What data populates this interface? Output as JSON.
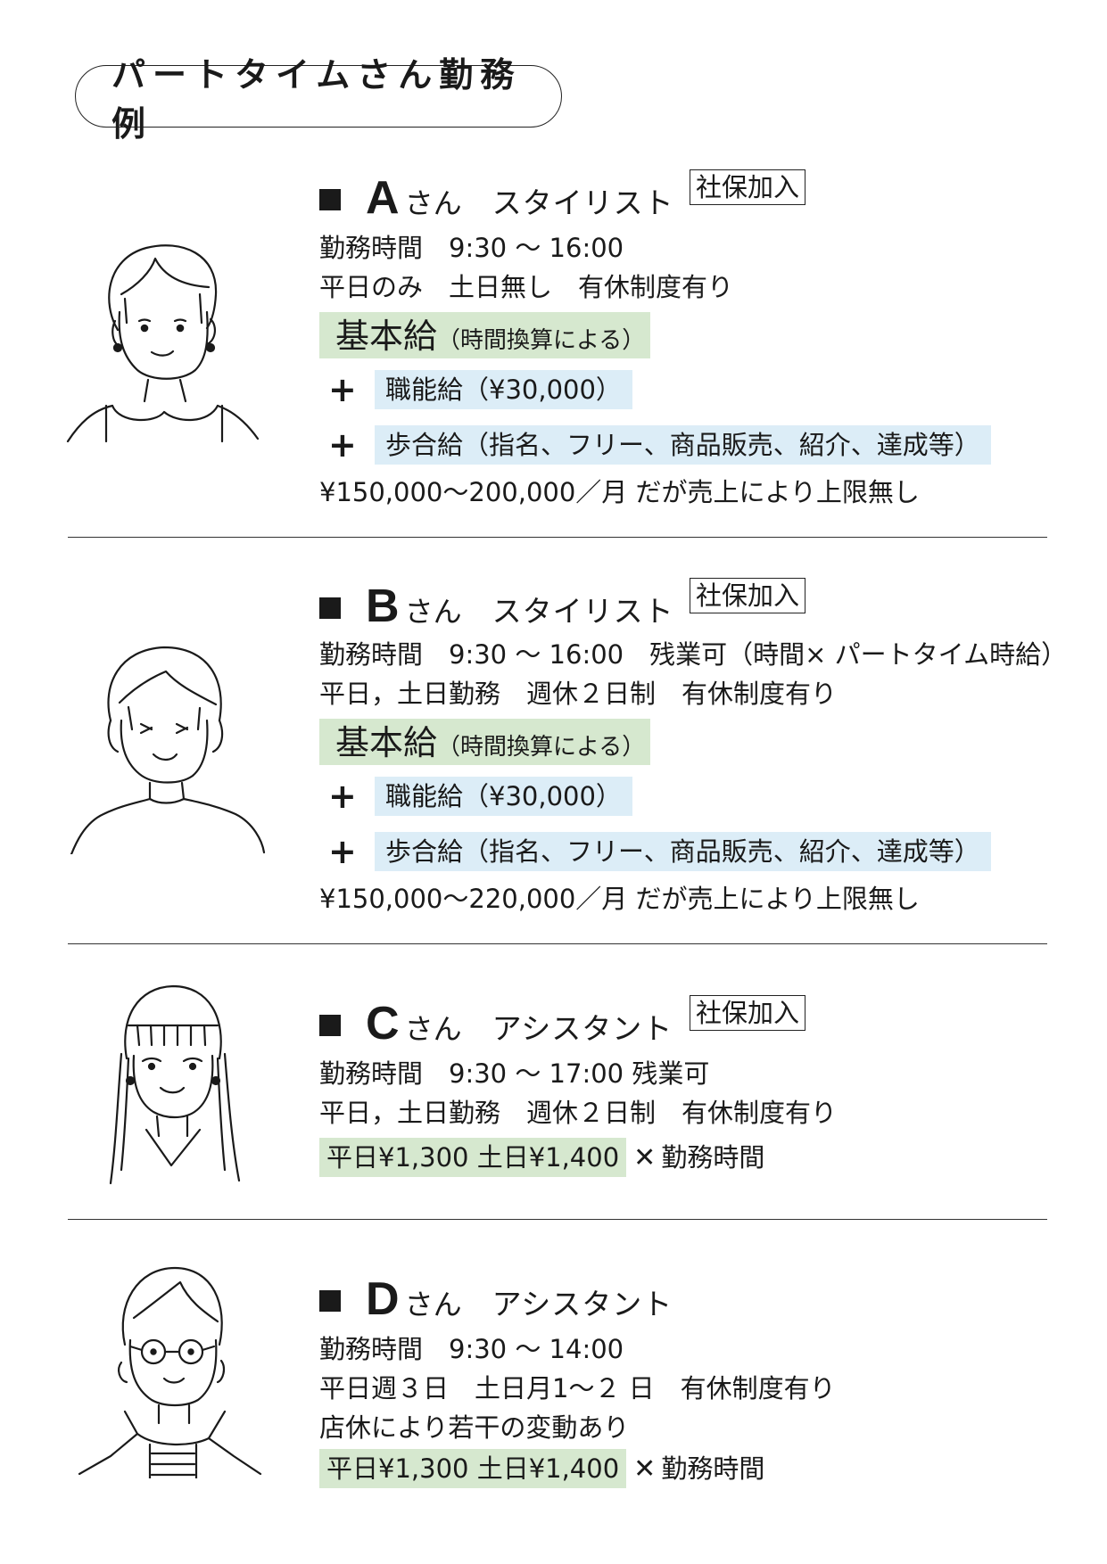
{
  "title": "パートタイムさん勤務例",
  "persons": [
    {
      "letter": "A",
      "san": "さん",
      "role": "スタイリスト",
      "badge": "社保加入",
      "lines": [
        "勤務時間　9:30 ～ 16:00",
        "平日のみ　土日無し　有休制度有り"
      ],
      "base_main": "基本給",
      "base_note": "（時間換算による）",
      "plus1": "職能給（¥30,000）",
      "plus2": "歩合給（指名、フリー、商品販売、紹介、達成等）",
      "salary": "¥150,000～200,000／月 だが売上により上限無し"
    },
    {
      "letter": "B",
      "san": "さん",
      "role": "スタイリスト",
      "badge": "社保加入",
      "lines": [
        "勤務時間　9:30 ～ 16:00　残業可（時間× パートタイム時給）",
        "平日，土日勤務　週休２日制　有休制度有り"
      ],
      "base_main": "基本給",
      "base_note": "（時間換算による）",
      "plus1": "職能給（¥30,000）",
      "plus2": "歩合給（指名、フリー、商品販売、紹介、達成等）",
      "salary": "¥150,000～220,000／月 だが売上により上限無し"
    },
    {
      "letter": "C",
      "san": "さん",
      "role": "アシスタント",
      "badge": "社保加入",
      "lines": [
        "勤務時間　9:30 ～ 17:00 残業可",
        "平日，土日勤務　週休２日制　有休制度有り"
      ],
      "rate": "平日¥1,300  土日¥1,400",
      "times": "✕",
      "rate_suffix": "勤務時間"
    },
    {
      "letter": "D",
      "san": "さん",
      "role": "アシスタント",
      "lines": [
        "勤務時間　9:30 ～ 14:00",
        "平日週３日　土日月1～２ 日　有休制度有り",
        "店休により若干の変動あり"
      ],
      "rate": "平日¥1,300  土日¥1,400",
      "times": "✕",
      "rate_suffix": "勤務時間"
    }
  ]
}
